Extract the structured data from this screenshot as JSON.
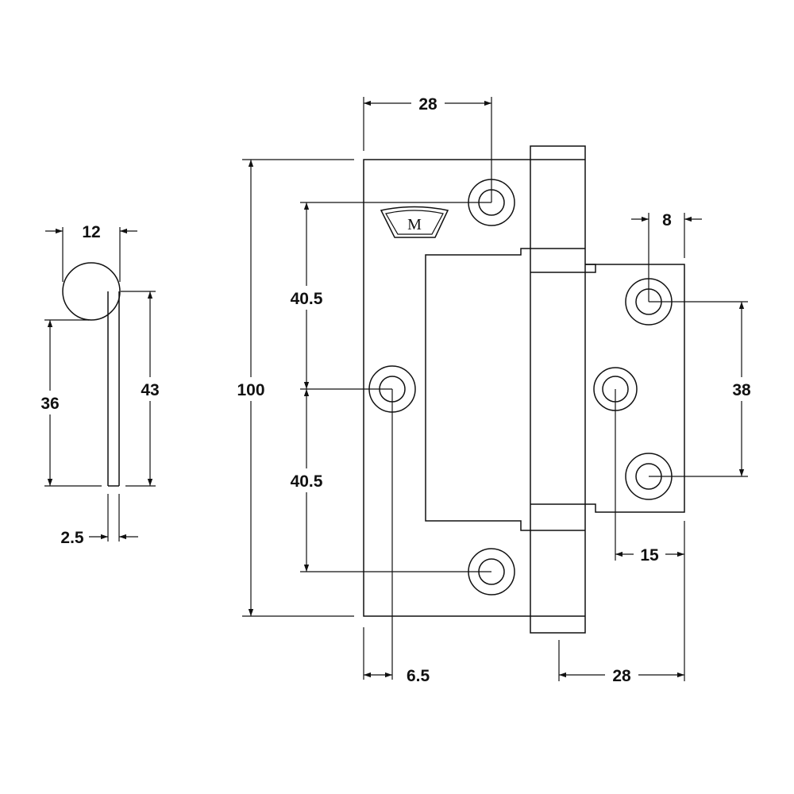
{
  "colors": {
    "line": "#111111",
    "background": "#ffffff"
  },
  "logo": {
    "letter": "M"
  },
  "dimensions": {
    "knuckle_diameter": "12",
    "leaf_thickness": "2.5",
    "side_lower_height": "36",
    "side_knuckle_height": "43",
    "overall_height": "100",
    "hole_to_middle_upper": "40.5",
    "hole_to_middle_lower": "40.5",
    "top_width": "28",
    "edge_to_hole": "6.5",
    "right_top_offset": "8",
    "right_hole_spacing": "38",
    "right_hole_offset": "15",
    "bottom_width": "28"
  }
}
